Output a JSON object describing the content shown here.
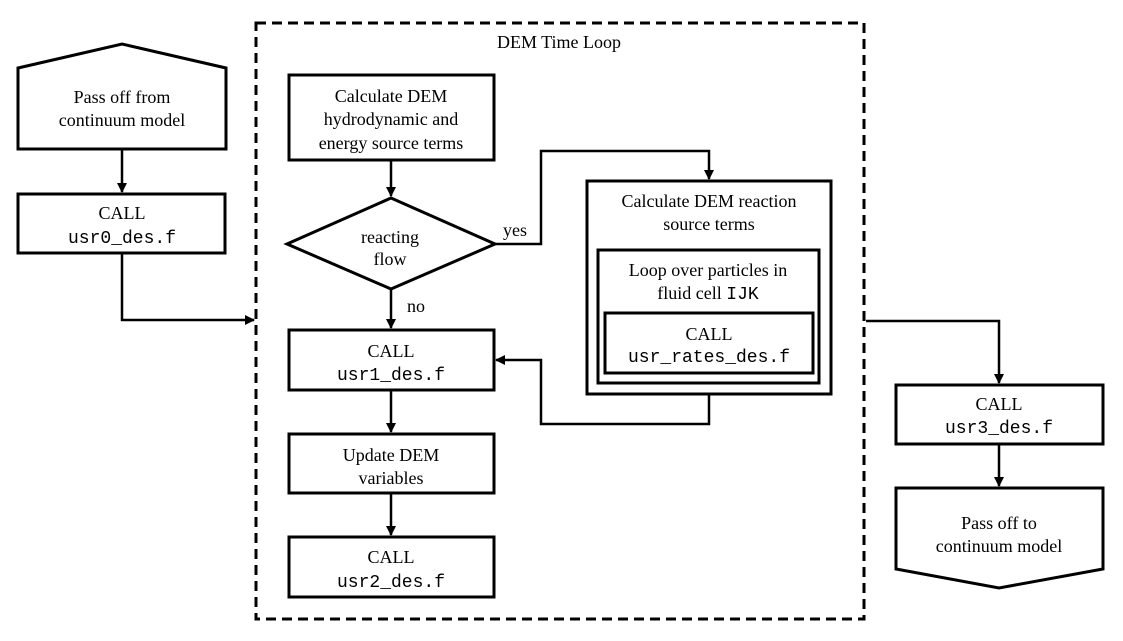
{
  "diagram": {
    "loop_title": "DEM Time Loop",
    "start": {
      "line1": "Pass off from",
      "line2": "continuum model"
    },
    "usr0": {
      "call": "CALL",
      "file": "usr0_des.f"
    },
    "calc_hydro": {
      "line1": "Calculate DEM",
      "line2": "hydrodynamic and",
      "line3": "energy source terms"
    },
    "decision": {
      "line1": "reacting",
      "line2": "flow",
      "yes": "yes",
      "no": "no"
    },
    "usr1": {
      "call": "CALL",
      "file": "usr1_des.f"
    },
    "update": {
      "line1": "Update DEM",
      "line2": "variables"
    },
    "usr2": {
      "call": "CALL",
      "file": "usr2_des.f"
    },
    "reaction": {
      "line1": "Calculate DEM reaction",
      "line2": "source terms"
    },
    "particle_loop": {
      "line1": "Loop over particles in",
      "line2_prefix": "fluid cell ",
      "line2_code": "IJK"
    },
    "usr_rates": {
      "call": "CALL",
      "file": "usr_rates_des.f"
    },
    "usr3": {
      "call": "CALL",
      "file": "usr3_des.f"
    },
    "end": {
      "line1": "Pass off to",
      "line2": "continuum model"
    }
  }
}
